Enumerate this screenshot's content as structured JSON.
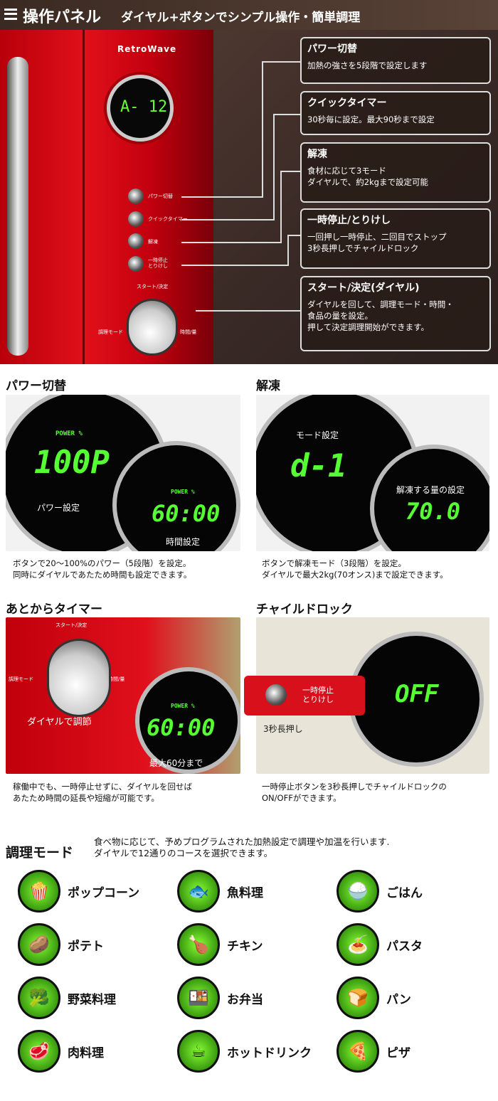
{
  "header": {
    "title": "操作パネル",
    "subtitle": "ダイヤル+ボタンでシンプル操作・簡単調理"
  },
  "panel": {
    "brand": "RetroWave",
    "display": "A- 12",
    "buttons": [
      "パワー切替",
      "クイックタイマー",
      "解凍",
      "一時停止\nとりけし"
    ],
    "dial_top": "スタート/決定",
    "dial_left": "調理モード",
    "dial_right": "時間/量"
  },
  "callouts": [
    {
      "title": "パワー切替",
      "text": "加熱の強さを5段階で設定します"
    },
    {
      "title": "クイックタイマー",
      "text": "30秒毎に設定。最大90秒まで設定"
    },
    {
      "title": "解凍",
      "text": "食材に応じて3モード\nダイヤルで、約2kgまで設定可能"
    },
    {
      "title": "一時停止/とりけし",
      "text": "一回押し一時停止、二回目でストップ\n3秒長押しでチャイルドロック"
    },
    {
      "title": "スタート/決定(ダイヤル)",
      "text": "ダイヤルを回して、調理モード・時間・\n食品の量を設定。\n押して決定調理開始ができます。"
    }
  ],
  "features": [
    {
      "title": "パワー切替",
      "d1_label": "POWER %",
      "d1_value": "100P",
      "d1_caption": "パワー設定",
      "d2_label": "POWER %",
      "d2_value": "60:00",
      "d2_caption": "時間設定",
      "caption": "ボタンで20〜100%のパワー（5段階）を設定。\n同時にダイヤルであたため時間も設定できます。"
    },
    {
      "title": "解凍",
      "d1_label": "モード設定",
      "d1_value": "d-1",
      "d2_label": "解凍する量の設定",
      "d2_value": "70.0",
      "caption": "ボタンで解凍モード（3段階）を設定。\nダイヤルで最大2kg(70オンス)まで設定できます。"
    },
    {
      "title": "あとからタイマー",
      "dial_top": "スタート/決定",
      "dial_left": "調理モード",
      "dial_right": "時間/量",
      "d1_caption": "ダイヤルで調節",
      "d2_label": "POWER %",
      "d2_value": "60:00",
      "d2_caption": "最大60分まで",
      "caption": "稼働中でも、一時停止せずに、ダイヤルを回せば\nあたため時間の延長や短縮が可能です。"
    },
    {
      "title": "チャイルドロック",
      "button": "一時停止\nとりけし",
      "press": "3秒長押し",
      "d_value": "OFF",
      "caption": "一時停止ボタンを3秒長押しでチャイルドロックの\nON/OFFができます。"
    }
  ],
  "modes": {
    "title": "調理モード",
    "desc": "食べ物に応じて、予めプログラムされた加熱設定で調理や加温を行います.\nダイヤルで12通りのコースを選択できます。",
    "items": [
      {
        "label": "ポップコーン",
        "icon": "🍿"
      },
      {
        "label": "魚料理",
        "icon": "🐟"
      },
      {
        "label": "ごはん",
        "icon": "🍚"
      },
      {
        "label": "ポテト",
        "icon": "🥔"
      },
      {
        "label": "チキン",
        "icon": "🍗"
      },
      {
        "label": "パスタ",
        "icon": "🍝"
      },
      {
        "label": "野菜料理",
        "icon": "🥦"
      },
      {
        "label": "お弁当",
        "icon": "🍱"
      },
      {
        "label": "パン",
        "icon": "🍞"
      },
      {
        "label": "肉料理",
        "icon": "🥩"
      },
      {
        "label": "ホットドリンク",
        "icon": "☕"
      },
      {
        "label": "ピザ",
        "icon": "🍕"
      }
    ]
  }
}
